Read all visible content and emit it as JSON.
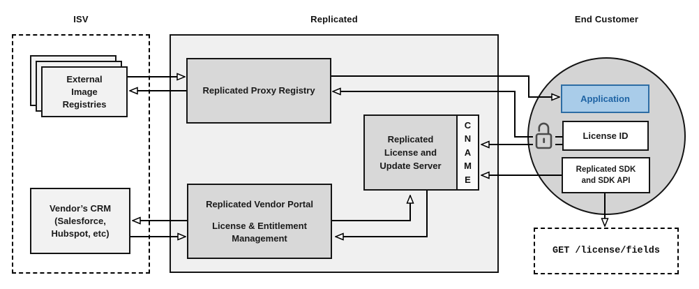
{
  "headers": {
    "isv": "ISV",
    "replicated": "Replicated",
    "end_customer": "End Customer"
  },
  "nodes": {
    "external_image_registries": "External\nImage\nRegistries",
    "vendors_crm": "Vendor’s CRM\n(Salesforce,\nHubspot, etc)",
    "proxy_registry": "Replicated Proxy Registry",
    "vendor_portal_title": "Replicated Vendor Portal",
    "vendor_portal_subtitle": "License & Entitlement\nManagement",
    "license_update_server": "Replicated\nLicense and\nUpdate Server",
    "cname": "CNAME",
    "application": "Application",
    "license_id": "License ID",
    "replicated_sdk": "Replicated SDK\nand SDK API",
    "get_endpoint": "GET /license/fields"
  },
  "icons": {
    "lock": "open-padlock-icon"
  },
  "colors": {
    "line": "#000000",
    "node_gray_fill": "#d8d8d8",
    "replicated_container_fill": "#f0f0f0",
    "isv_node_fill": "#f2f2f2",
    "customer_circle_fill": "#d4d4d4",
    "application_fill": "#a9cce9",
    "application_border": "#2d6da4",
    "application_text": "#1e63a4"
  }
}
